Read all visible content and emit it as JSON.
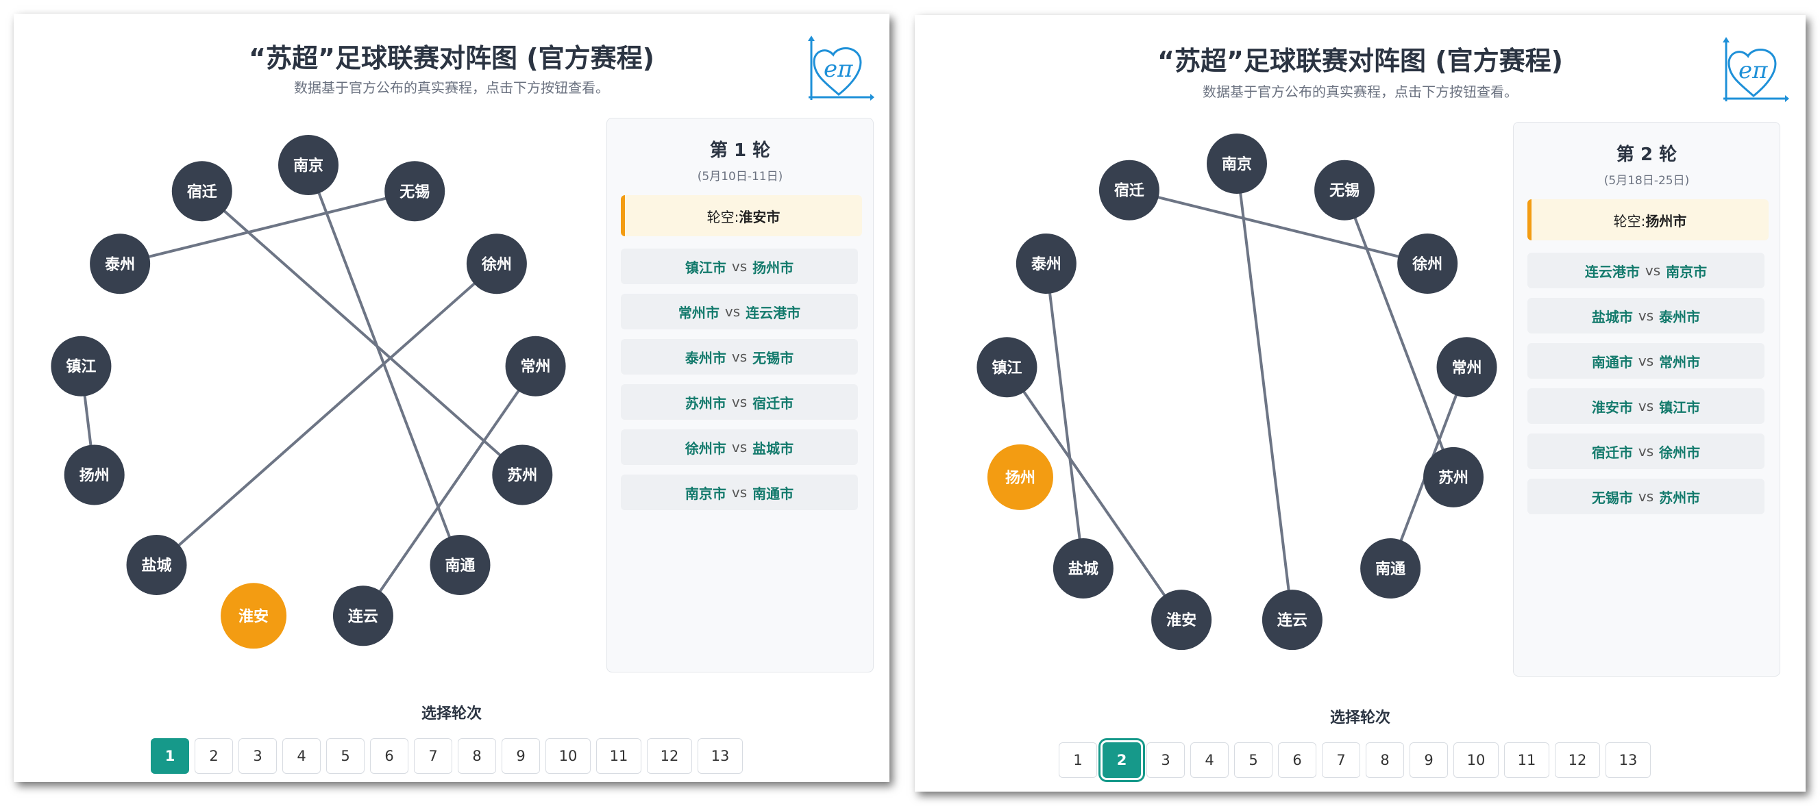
{
  "page": {
    "title": "“苏超”足球联赛对阵图 (官方赛程)",
    "subtitle": "数据基于官方公布的真实赛程，点击下方按钮查看。",
    "logo_text": "eπ",
    "select_label": "选择轮次",
    "round_buttons": [
      "1",
      "2",
      "3",
      "4",
      "5",
      "6",
      "7",
      "8",
      "9",
      "10",
      "11",
      "12",
      "13"
    ],
    "bye_prefix": "轮空: ",
    "vs": "vs"
  },
  "colors": {
    "node": "#37404f",
    "bye_node": "#f39c12",
    "edge": "#6d7585",
    "accent": "#16998a",
    "team_text": "#137a6c"
  },
  "panels": [
    {
      "active_round": "1",
      "graph": {
        "nodes": [
          "南京",
          "无锡",
          "徐州",
          "常州",
          "苏州",
          "南通",
          "连云",
          "淮安",
          "盐城",
          "扬州",
          "镇江",
          "泰州",
          "宿迁"
        ],
        "bye_node": "淮安",
        "edges": [
          [
            "泰州",
            "无锡"
          ],
          [
            "宿迁",
            "苏州"
          ],
          [
            "南京",
            "南通"
          ],
          [
            "徐州",
            "盐城"
          ],
          [
            "常州",
            "连云"
          ],
          [
            "镇江",
            "扬州"
          ]
        ]
      },
      "round": {
        "title": "第 1 轮",
        "dates": "(5月10日-11日)",
        "bye_team": "淮安市",
        "matches": [
          {
            "home": "镇江市",
            "away": "扬州市"
          },
          {
            "home": "常州市",
            "away": "连云港市"
          },
          {
            "home": "泰州市",
            "away": "无锡市"
          },
          {
            "home": "苏州市",
            "away": "宿迁市"
          },
          {
            "home": "徐州市",
            "away": "盐城市"
          },
          {
            "home": "南京市",
            "away": "南通市"
          }
        ]
      }
    },
    {
      "active_round": "2",
      "graph": {
        "nodes": [
          "南京",
          "无锡",
          "徐州",
          "常州",
          "苏州",
          "南通",
          "连云",
          "淮安",
          "盐城",
          "扬州",
          "镇江",
          "泰州",
          "宿迁"
        ],
        "bye_node": "扬州",
        "edges": [
          [
            "宿迁",
            "徐州"
          ],
          [
            "南京",
            "连云"
          ],
          [
            "无锡",
            "苏州"
          ],
          [
            "常州",
            "南通"
          ],
          [
            "泰州",
            "盐城"
          ],
          [
            "镇江",
            "淮安"
          ]
        ]
      },
      "round": {
        "title": "第 2 轮",
        "dates": "(5月18日-25日)",
        "bye_team": "扬州市",
        "matches": [
          {
            "home": "连云港市",
            "away": "南京市"
          },
          {
            "home": "盐城市",
            "away": "泰州市"
          },
          {
            "home": "南通市",
            "away": "常州市"
          },
          {
            "home": "淮安市",
            "away": "镇江市"
          },
          {
            "home": "宿迁市",
            "away": "徐州市"
          },
          {
            "home": "无锡市",
            "away": "苏州市"
          }
        ]
      }
    }
  ]
}
